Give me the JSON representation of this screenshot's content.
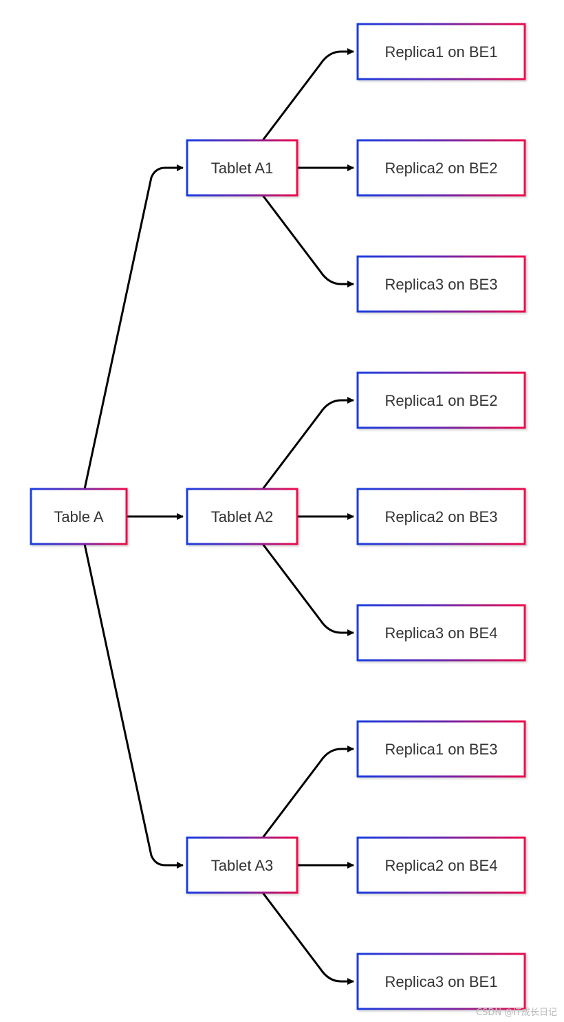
{
  "diagram": {
    "root": {
      "id": "table-a",
      "label": "Table A"
    },
    "tablets": [
      {
        "id": "tablet-a1",
        "label": "Tablet A1",
        "replicas": [
          {
            "id": "a1-r1",
            "label": "Replica1 on BE1"
          },
          {
            "id": "a1-r2",
            "label": "Replica2 on BE2"
          },
          {
            "id": "a1-r3",
            "label": "Replica3 on BE3"
          }
        ]
      },
      {
        "id": "tablet-a2",
        "label": "Tablet A2",
        "replicas": [
          {
            "id": "a2-r1",
            "label": "Replica1 on BE2"
          },
          {
            "id": "a2-r2",
            "label": "Replica2 on BE3"
          },
          {
            "id": "a2-r3",
            "label": "Replica3 on BE4"
          }
        ]
      },
      {
        "id": "tablet-a3",
        "label": "Tablet A3",
        "replicas": [
          {
            "id": "a3-r1",
            "label": "Replica1 on BE3"
          },
          {
            "id": "a3-r2",
            "label": "Replica2 on BE4"
          },
          {
            "id": "a3-r3",
            "label": "Replica3 on BE1"
          }
        ]
      }
    ],
    "colors": {
      "border_start": "#1a3ee0",
      "border_mid": "#6a2ab0",
      "border_end": "#ee0a4a",
      "edge": "#000000",
      "text": "#333333"
    }
  },
  "watermark": "CSDN @IT成长日记"
}
